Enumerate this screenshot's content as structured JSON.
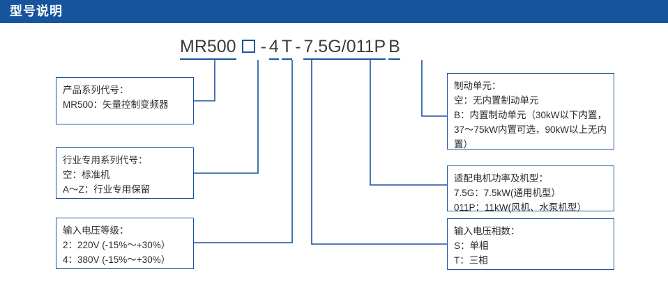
{
  "header": {
    "title": "型号说明",
    "bar_color": "#17549e"
  },
  "model_number": {
    "full": "MR500□ - 4 T - 7.5G/011P B",
    "segments": [
      {
        "name": "series",
        "text": "MR500",
        "underlined": true
      },
      {
        "name": "industry",
        "text": "□",
        "underlined": true,
        "is_square": true
      },
      {
        "name": "dash1",
        "text": "-",
        "underlined": false
      },
      {
        "name": "voltage-level",
        "text": "4",
        "underlined": true
      },
      {
        "name": "phase",
        "text": "T",
        "underlined": true
      },
      {
        "name": "dash2",
        "text": "-",
        "underlined": false
      },
      {
        "name": "power",
        "text": "7.5G/011P",
        "underlined": true
      },
      {
        "name": "brake",
        "text": "B",
        "underlined": true
      }
    ]
  },
  "callouts": {
    "series": {
      "title": "产品系列代号：",
      "body": "MR500：矢量控制变频器",
      "text": "产品系列代号：\nMR500：矢量控制变频器"
    },
    "industry": {
      "title": "行业专用系列代号：",
      "body": "空：标准机\nA～Z：行业专用保留",
      "text": "行业专用系列代号：\n空：标准机\nA～Z：行业专用保留"
    },
    "voltage": {
      "title": "输入电压等级：",
      "body": "2：220V (-15%～+30%）\n4：380V (-15%～+30%）",
      "text": "输入电压等级：\n2：220V (-15%～+30%）\n4：380V (-15%～+30%）"
    },
    "brake": {
      "title": "制动单元：",
      "body": "空：无内置制动单元\nB：内置制动单元（30kW以下内置，37～75kW内置可选，90kW以上无内置）",
      "text": "制动单元：\n空：无内置制动单元\nB：内置制动单元（30kW以下内置，37～75kW内置可选，90kW以上无内置）"
    },
    "power": {
      "title": "适配电机功率及机型：",
      "body": "7.5G：7.5kW(通用机型）\n011P：11kW(风机、水泵机型）",
      "text": "适配电机功率及机型：\n7.5G：7.5kW(通用机型）\n011P：11kW(风机、水泵机型）"
    },
    "phase": {
      "title": "输入电压相数：",
      "body": "S：单相\nT：三相",
      "text": "输入电压相数：\nS：单相\nT：三相"
    }
  },
  "colors": {
    "accent": "#17549e",
    "line": "#17549e",
    "text": "#2b2b2b",
    "model_text": "#3b3b3b",
    "header_text": "#ffffff",
    "background": "#ffffff"
  }
}
